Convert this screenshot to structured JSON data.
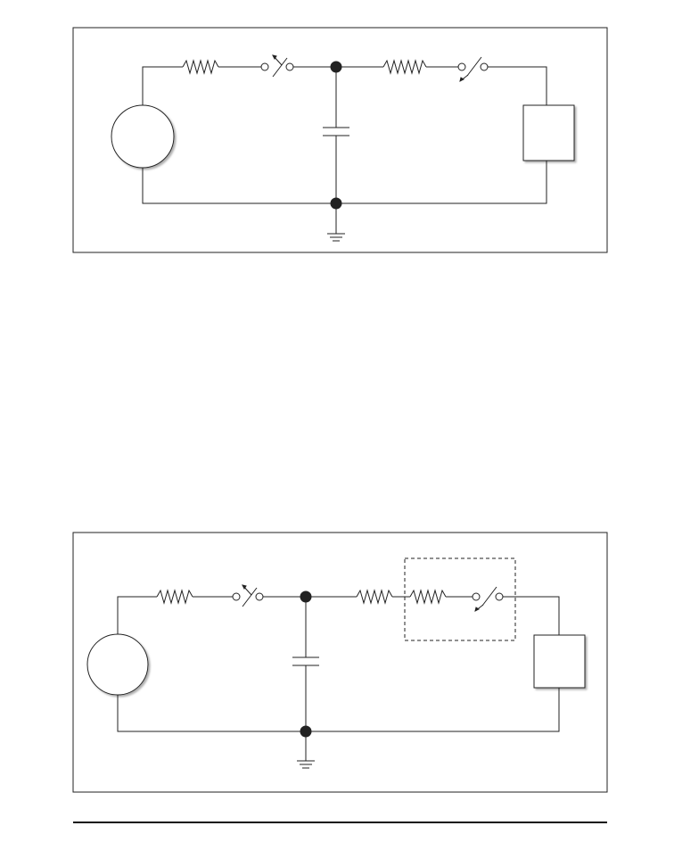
{
  "page": {
    "background": "#ffffff",
    "ink_color": "#222222",
    "shadow_color": "#bfbfbf"
  },
  "figures": [
    {
      "id": "figure-1",
      "elements": [
        "voltage-source",
        "resistor",
        "switch",
        "node",
        "capacitor",
        "resistor",
        "switch",
        "load-box",
        "ground"
      ]
    },
    {
      "id": "figure-2",
      "elements": [
        "voltage-source",
        "resistor",
        "switch",
        "node",
        "capacitor",
        "resistor",
        "resistor",
        "switch",
        "dashed-box",
        "load-box",
        "ground"
      ]
    }
  ]
}
